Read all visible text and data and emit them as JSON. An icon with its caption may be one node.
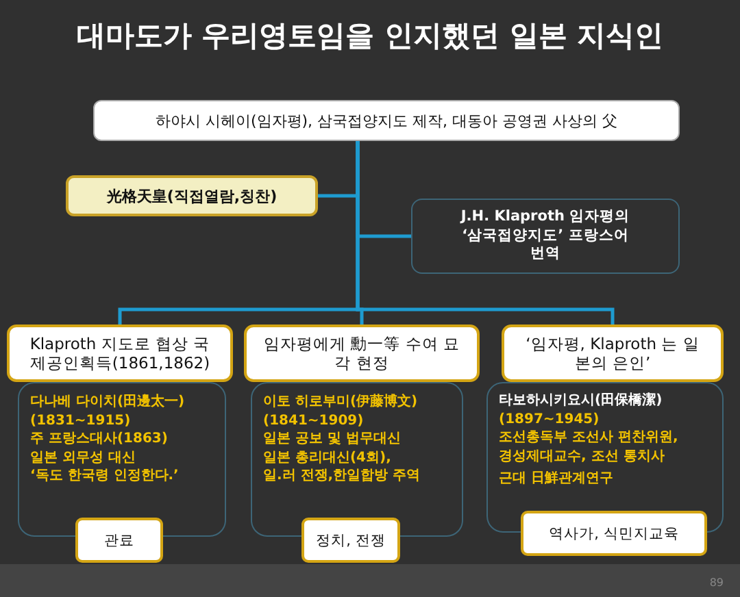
{
  "diagram": {
    "title": "대마도가 우리영토임을 인지했던 일본 지식인",
    "nodes": [
      {
        "text": [
          "하야시 시헤이(임자평), 삼국접양지도 제작, 대동아 공영권 사상의 父"
        ]
      },
      {
        "text": [
          "光格天皇(직접열람,칭찬)"
        ]
      },
      {
        "text": [
          "J.H. Klaproth 임자평의 ‘삼국접양지도’ 프랑스어 번역"
        ]
      },
      {
        "text": [
          "Klaproth 지도로 협상 국제공인획득(1861,1862)"
        ]
      },
      {
        "text": [
          "다나베 다이치(田邊太一)",
          "(1831~1915)",
          "주 프랑스대사(1863)",
          "일본 외무성 대신",
          "‘독도 한국령 인정한다.’"
        ]
      },
      {
        "text": [
          "관료"
        ]
      },
      {
        "text": [
          "임자평에게 勳一等 수여 묘각 현정"
        ]
      },
      {
        "text": [
          "이토 히로부미(伊藤博文)",
          "(1841~1909)",
          "일본 공보 및 법무대신",
          "일본 총리대신(4회),",
          "일.러 전쟁,한일합방 주역"
        ]
      },
      {
        "text": [
          "정치, 전쟁"
        ]
      },
      {
        "text": [
          "‘임자평, Klaproth 는 일본의 은인’"
        ]
      },
      {
        "text": [
          "타보하시키요시(田保橋潔)",
          "(1897~1945)",
          "조선총독부 조선사 편찬위원,",
          "경성제대교수, 조선 통치사",
          "근대 日鮮관계연구"
        ]
      },
      {
        "text": [
          "역사가, 식민지교육"
        ]
      }
    ],
    "edges": [
      {
        "from": 0,
        "to": 1,
        "arrow": "none"
      },
      {
        "from": 0,
        "to": 2,
        "arrow": "none"
      },
      {
        "from": 0,
        "to": 3,
        "arrow": "none"
      },
      {
        "from": 0,
        "to": 6,
        "arrow": "none"
      },
      {
        "from": 0,
        "to": 9,
        "arrow": "none"
      }
    ],
    "labels": [
      "89"
    ]
  }
}
